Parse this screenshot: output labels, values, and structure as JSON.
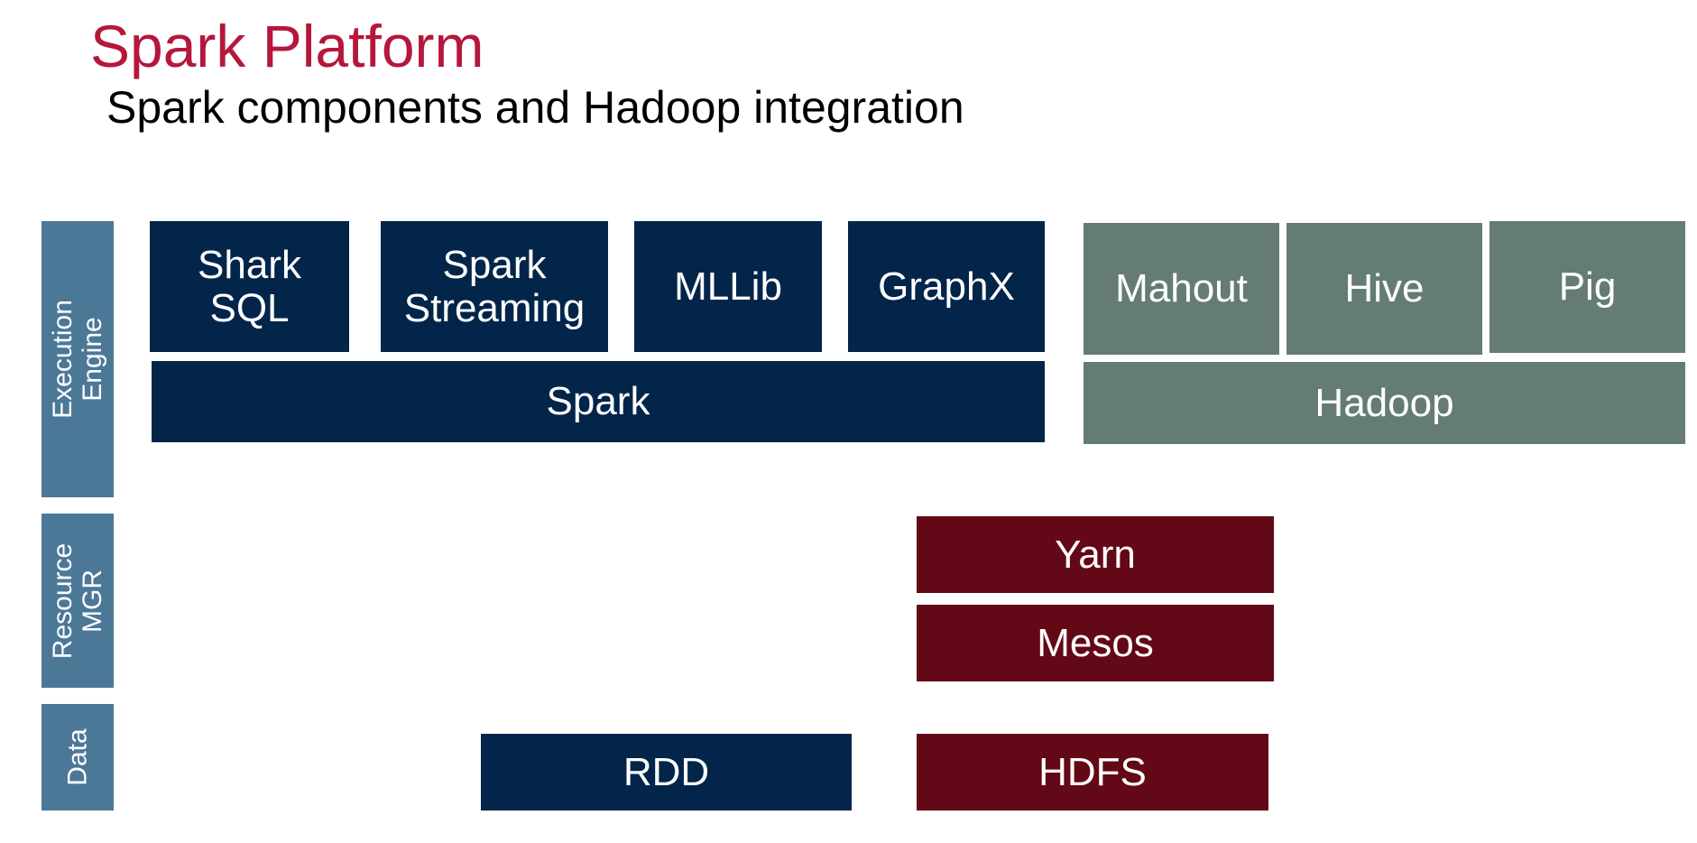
{
  "header": {
    "title": "Spark Platform",
    "subtitle": "Spark components and Hadoop integration"
  },
  "colors": {
    "title": "#b5173b",
    "spark_blocks": "#03254a",
    "hadoop_blocks": "#647c74",
    "resource_blocks": "#630816",
    "side_labels": "#4c7898"
  },
  "layers": {
    "execution": {
      "line1": "Execution",
      "line2": "Engine"
    },
    "resource": {
      "line1": "Resource",
      "line2": "MGR"
    },
    "data": {
      "line1": "Data"
    }
  },
  "blocks": {
    "shark_sql": {
      "line1": "Shark",
      "line2": "SQL"
    },
    "spark_streaming": {
      "line1": "Spark",
      "line2": "Streaming"
    },
    "mllib": "MLLib",
    "graphx": "GraphX",
    "mahout": "Mahout",
    "hive": "Hive",
    "pig": "Pig",
    "spark": "Spark",
    "hadoop": "Hadoop",
    "yarn": "Yarn",
    "mesos": "Mesos",
    "rdd": "RDD",
    "hdfs": "HDFS"
  }
}
